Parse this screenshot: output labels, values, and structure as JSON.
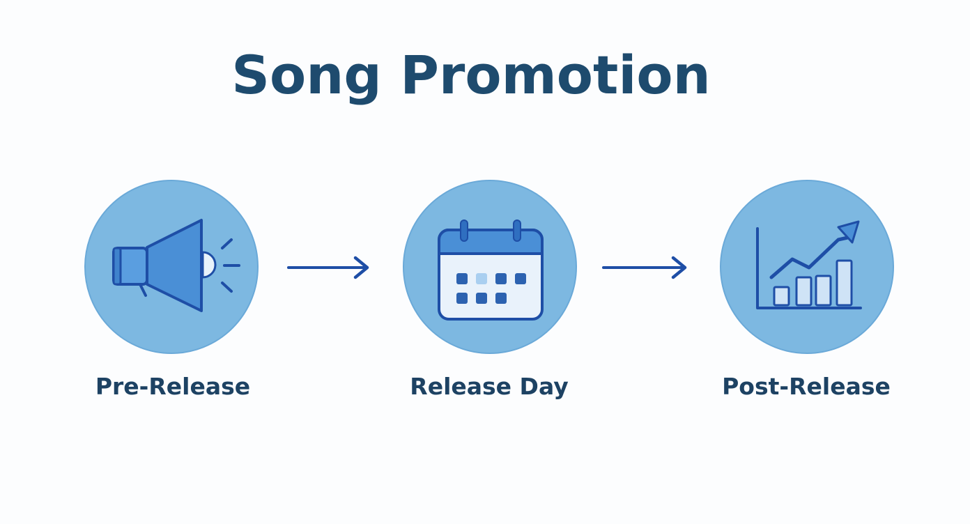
{
  "title": "Song Promotion",
  "stages": [
    {
      "label": "Pre-Release",
      "icon": "megaphone-icon"
    },
    {
      "label": "Release Day",
      "icon": "calendar-icon"
    },
    {
      "label": "Post-Release",
      "icon": "growth-chart-icon"
    }
  ],
  "connectors": [
    "right-arrow-icon",
    "right-arrow-icon"
  ],
  "colors": {
    "title": "#1e4b6e",
    "label": "#1d4263",
    "circle_fill": "#7db8e1",
    "icon_stroke": "#1e4ea6",
    "icon_fill": "#4a8fd6",
    "arrow": "#1e4ea6",
    "background": "#fcfdfe"
  }
}
